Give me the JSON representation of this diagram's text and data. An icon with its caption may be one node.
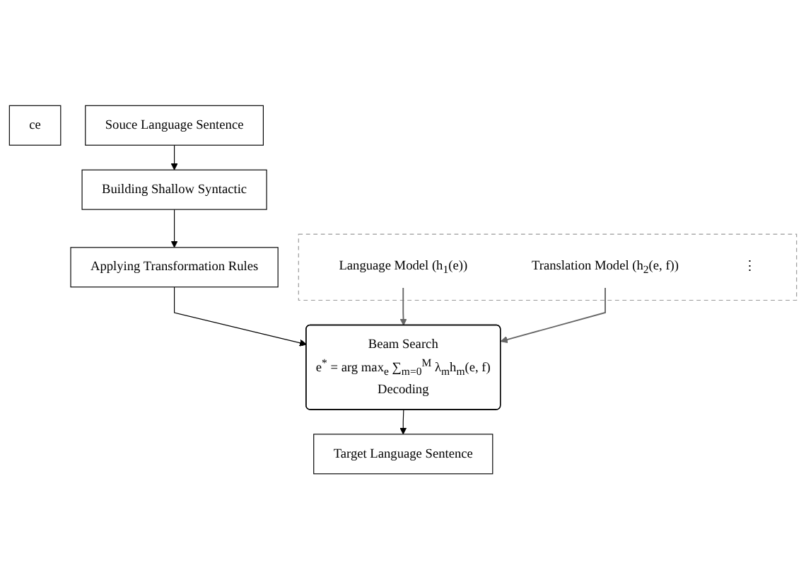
{
  "diagram": {
    "nodes": [
      {
        "text": [
          "ce"
        ]
      },
      {
        "text": [
          "Souce Language Sentence"
        ]
      },
      {
        "text": [
          "Building Shallow Syntactic"
        ]
      },
      {
        "text": [
          "Applying Transformation Rules"
        ]
      },
      {
        "text": [
          "Beam Search",
          "e$^{*}$ = arg max$_{e}$ ∑$_{m=0}$$^{M}$ λ$_{m}$h$_{m}$(e, f)",
          "Decoding"
        ]
      },
      {
        "text": [],
        "shape": "box"
      },
      {
        "text": [
          "Language Model (h$_{1}$(e))"
        ],
        "in": 5
      },
      {
        "text": [
          "Translation Model (h$_{2}$(e, f))"
        ],
        "in": 5
      },
      {
        "text": [
          "⋮"
        ],
        "in": 5
      },
      {
        "text": [
          "Target Language Sentence"
        ]
      }
    ],
    "edges": [
      {
        "from": 1,
        "to": 2,
        "arrow": "to"
      },
      {
        "from": 2,
        "to": 3,
        "arrow": "to"
      },
      {
        "from": 3,
        "to": 4,
        "arrow": "to"
      },
      {
        "from": 6,
        "to": 4,
        "arrow": "to",
        "color": "#666666"
      },
      {
        "from": 7,
        "to": 4,
        "arrow": "to",
        "color": "#666666"
      },
      {
        "from": 4,
        "to": 9,
        "arrow": "to"
      }
    ]
  }
}
